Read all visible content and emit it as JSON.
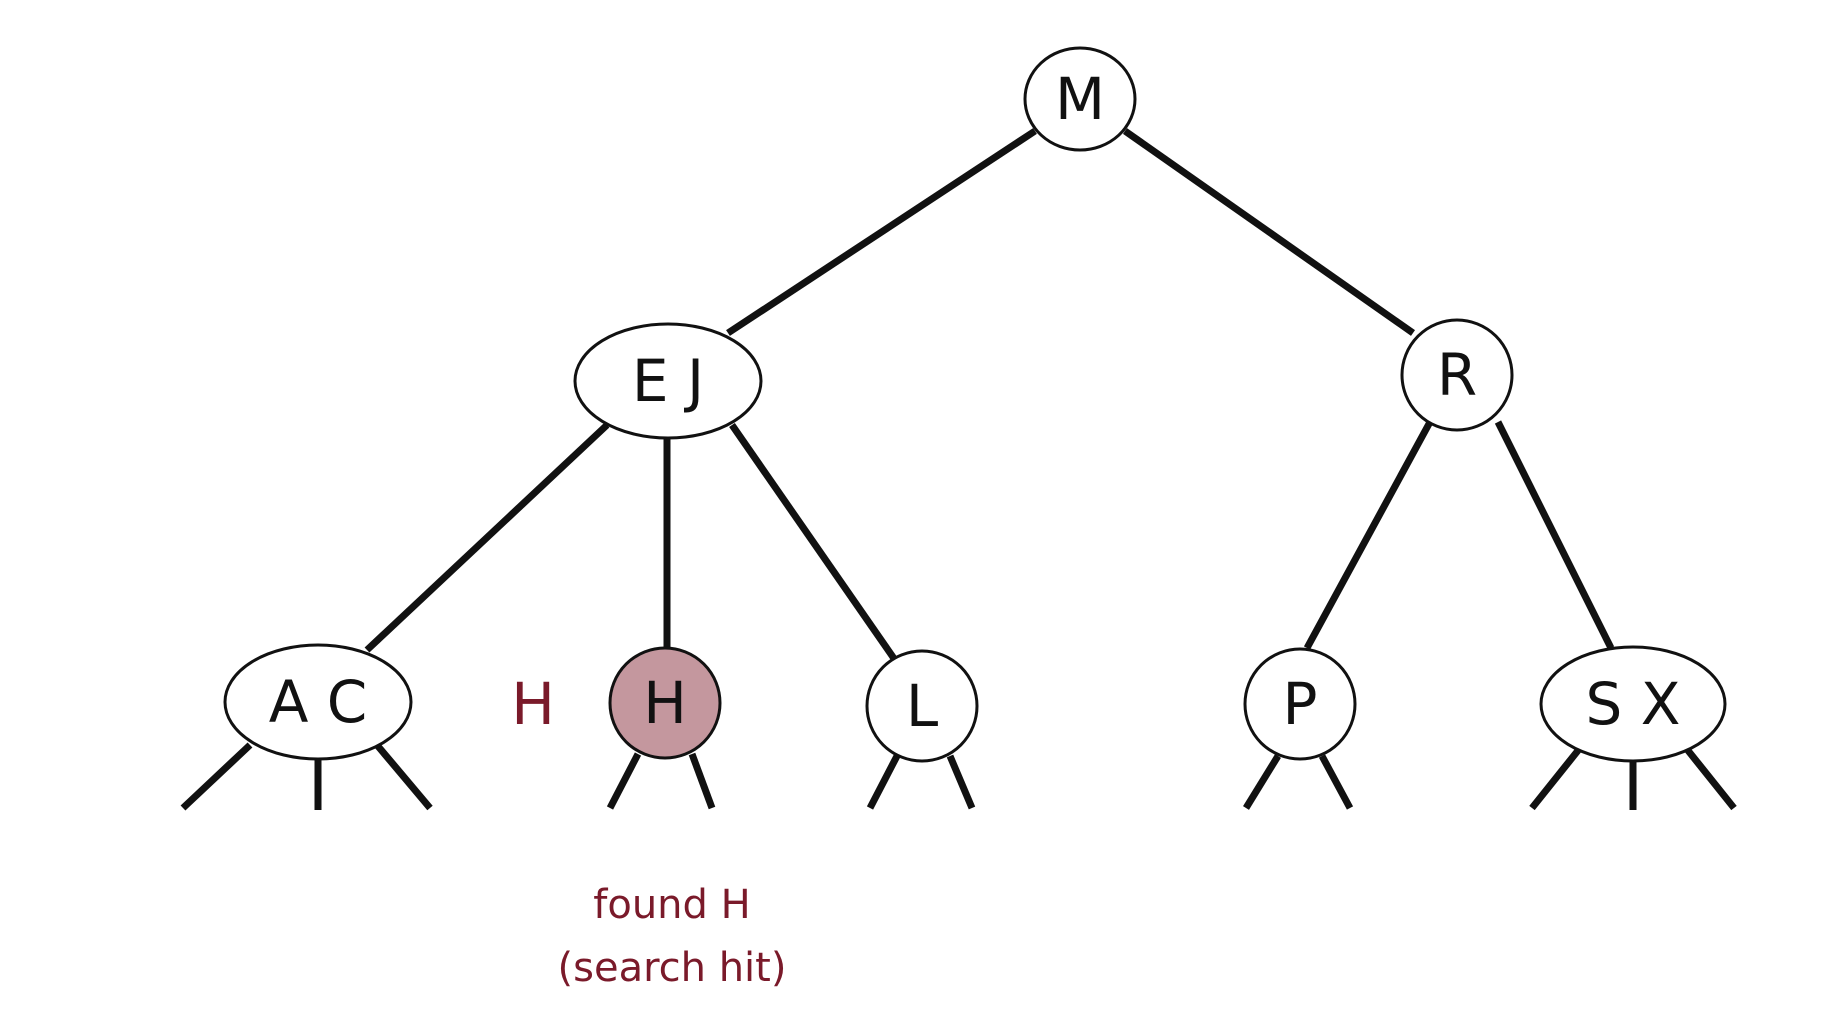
{
  "tree": {
    "root": {
      "label": "M"
    },
    "level1": {
      "left": {
        "label": "E J"
      },
      "right": {
        "label": "R"
      }
    },
    "level2": {
      "ac": {
        "label": "A C"
      },
      "h": {
        "label": "H"
      },
      "l": {
        "label": "L"
      },
      "p": {
        "label": "P"
      },
      "sx": {
        "label": "S X"
      }
    }
  },
  "search": {
    "key": "H",
    "caption_line1": "found H",
    "caption_line2": "(search hit)"
  },
  "colors": {
    "edge": "#111111",
    "node_fill": "#ffffff",
    "node_stroke": "#111111",
    "highlight_fill": "#c4979e",
    "highlight_text": "#7a1a2a"
  }
}
